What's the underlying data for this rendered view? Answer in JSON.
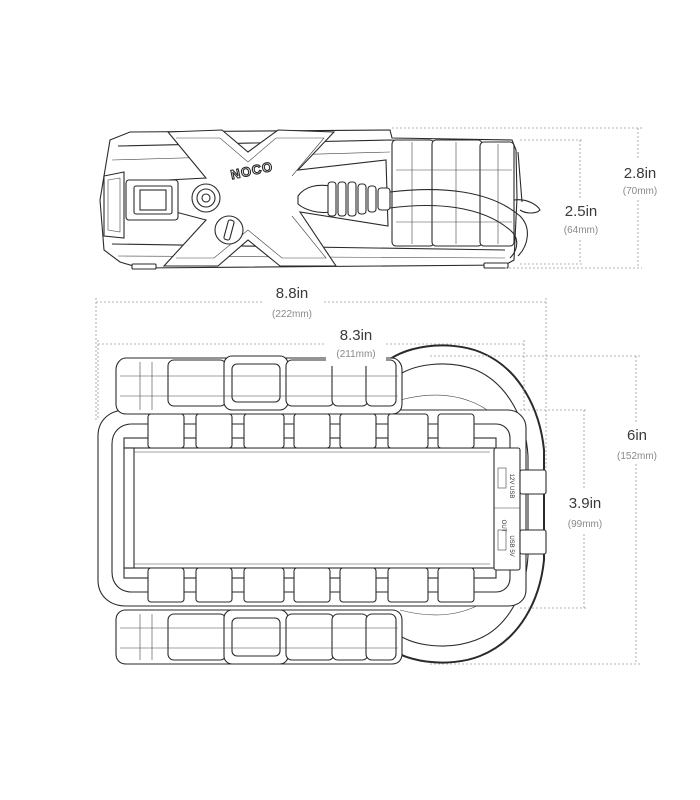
{
  "brand": {
    "logo_text": "NOCO",
    "port_label_top": "12V USB",
    "port_label_out": "OUT",
    "port_label_bottom": "USB 5V"
  },
  "dimensions": {
    "height_total": {
      "main": "2.8in",
      "sub": "(70mm)"
    },
    "height_body": {
      "main": "2.5in",
      "sub": "(64mm)"
    },
    "length_total": {
      "main": "8.8in",
      "sub": "(222mm)"
    },
    "length_body": {
      "main": "8.3in",
      "sub": "(211mm)"
    },
    "width_total": {
      "main": "6in",
      "sub": "(152mm)"
    },
    "width_body": {
      "main": "3.9in",
      "sub": "(99mm)"
    }
  },
  "colors": {
    "line": "#2a2a2a",
    "dimension_line": "#9a9a9a",
    "text": "#3a3a3a",
    "subtext": "#8a8a8a"
  }
}
